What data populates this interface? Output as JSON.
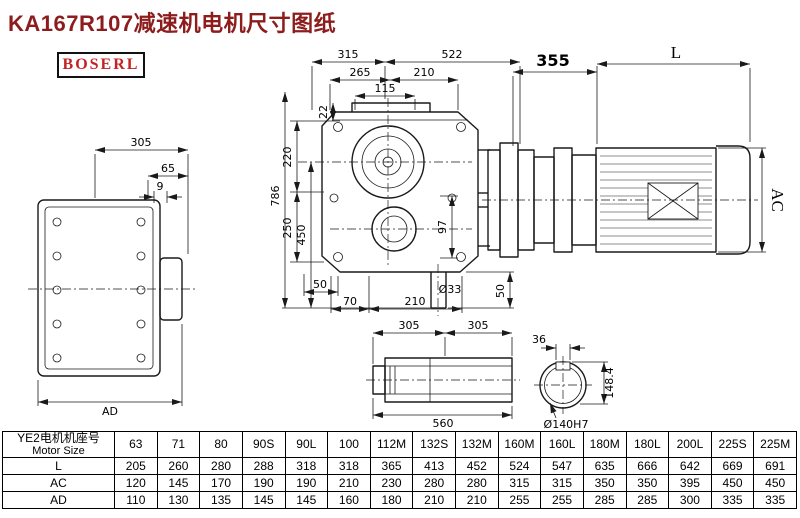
{
  "page": {
    "title": "KA167R107减速机电机尺寸图纸",
    "logo": "BOSERL"
  },
  "colors": {
    "title": "#8d1d1d",
    "logo_text": "#c42323",
    "line": "#1a1a1a"
  },
  "dims": {
    "side_305": "305",
    "side_65": "65",
    "side_9": "9",
    "side_ad": "AD",
    "front_315": "315",
    "front_522": "522",
    "front_265": "265",
    "front_210_top": "210",
    "front_115": "115",
    "front_22": "22",
    "front_220": "220",
    "front_250": "250",
    "front_450": "450",
    "front_786": "786",
    "front_97": "97",
    "front_50_left": "50",
    "front_70": "70",
    "front_210_bottom": "210",
    "front_d33": "Ø33",
    "front_50_right": "50",
    "motor_355": "355",
    "motor_l": "L",
    "motor_ac": "AC",
    "sleeve_305_left": "305",
    "sleeve_305_right": "305",
    "sleeve_560": "560",
    "bore_36": "36",
    "bore_148_4": "148.4",
    "bore_d140": "Ø140H7"
  },
  "table": {
    "corner": {
      "line1": "YE2电机机座号",
      "line2": "Motor Size"
    },
    "sizes": [
      "63",
      "71",
      "80",
      "90S",
      "90L",
      "100",
      "112M",
      "132S",
      "132M",
      "160M",
      "160L",
      "180M",
      "180L",
      "200L",
      "225S",
      "225M"
    ],
    "rows": [
      {
        "label": "L",
        "values": [
          "205",
          "260",
          "280",
          "288",
          "318",
          "318",
          "365",
          "413",
          "452",
          "524",
          "547",
          "635",
          "666",
          "642",
          "669",
          "691"
        ]
      },
      {
        "label": "AC",
        "values": [
          "120",
          "145",
          "170",
          "190",
          "190",
          "210",
          "230",
          "280",
          "280",
          "315",
          "315",
          "350",
          "350",
          "395",
          "450",
          "450"
        ]
      },
      {
        "label": "AD",
        "values": [
          "110",
          "130",
          "135",
          "145",
          "145",
          "160",
          "180",
          "210",
          "210",
          "255",
          "255",
          "285",
          "285",
          "300",
          "335",
          "335"
        ]
      }
    ]
  }
}
